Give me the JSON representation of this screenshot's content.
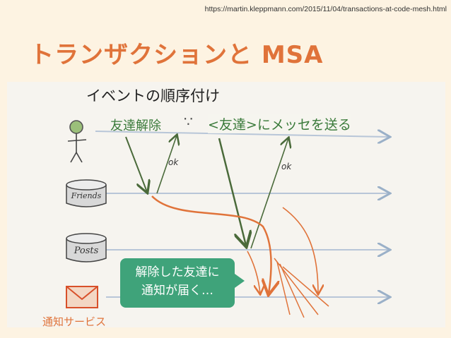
{
  "url": "https://martin.kleppmann.com/2015/11/04/transactions-at-code-mesh.html",
  "title": "トランザクションと MSA",
  "diagram": {
    "heading": "イベントの順序付け",
    "label_unfriend": "友達解除",
    "label_sad": "∵",
    "label_send": "<友達>にメッセを送る",
    "ok_label_1": "ok",
    "ok_label_2": "ok",
    "db_friends": "Friends",
    "db_posts": "Posts",
    "callout_line1": "解除した友達に",
    "callout_line2": "通知が届く…",
    "notify_service": "通知サービス"
  },
  "colors": {
    "accent_orange": "#e0733a",
    "green": "#3a7a3a",
    "callout": "#3fa37a"
  },
  "icons": [
    "person-icon",
    "database-icon",
    "envelope-icon"
  ]
}
